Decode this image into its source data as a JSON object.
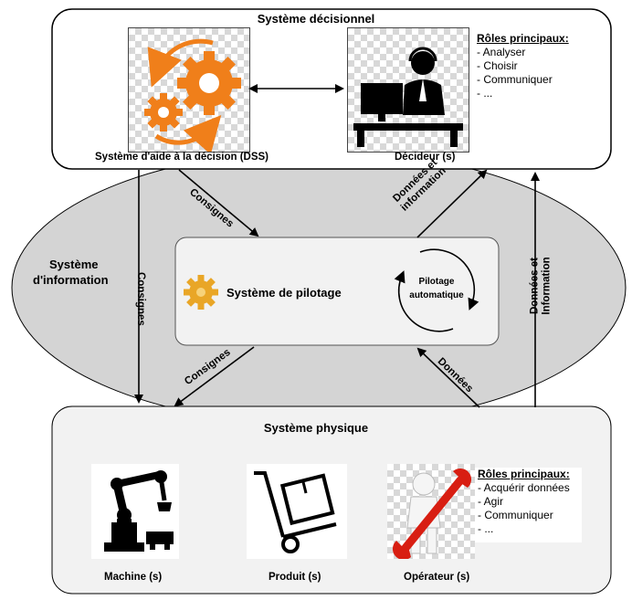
{
  "decisional": {
    "title": "Système décisionnel",
    "dss_label": "Système d'aide à la décision (DSS)",
    "decider_label": "Décideur (s)",
    "roles_title": "Rôles principaux:",
    "roles": [
      "- Analyser",
      "- Choisir",
      "- Communiquer",
      "- ..."
    ]
  },
  "information": {
    "title_line1": "Système",
    "title_line2": "d'information",
    "pilot_title": "Système de pilotage",
    "pilot_auto_line1": "Pilotage",
    "pilot_auto_line2": "automatique"
  },
  "physical": {
    "title": "Système physique",
    "machine_label": "Machine (s)",
    "product_label": "Produit (s)",
    "operator_label": "Opérateur (s)",
    "roles_title": "Rôles principaux:",
    "roles": [
      "- Acquérir données",
      "- Agir",
      "- Communiquer",
      "- ..."
    ]
  },
  "arrows": {
    "consignes_left": "Consignes",
    "consignes_diag_top": "Consignes",
    "consignes_diag_bottom": "Consignes",
    "donnees_info_line1": "Données et",
    "donnees_info_line2": "information",
    "donnees": "Données",
    "donnees_right_line1": "Données et",
    "donnees_right_line2": "Information"
  },
  "colors": {
    "gear_orange": "#f07f1a",
    "ellipse_gray": "#d4d4d4",
    "box_fill": "#f2f2f2"
  }
}
